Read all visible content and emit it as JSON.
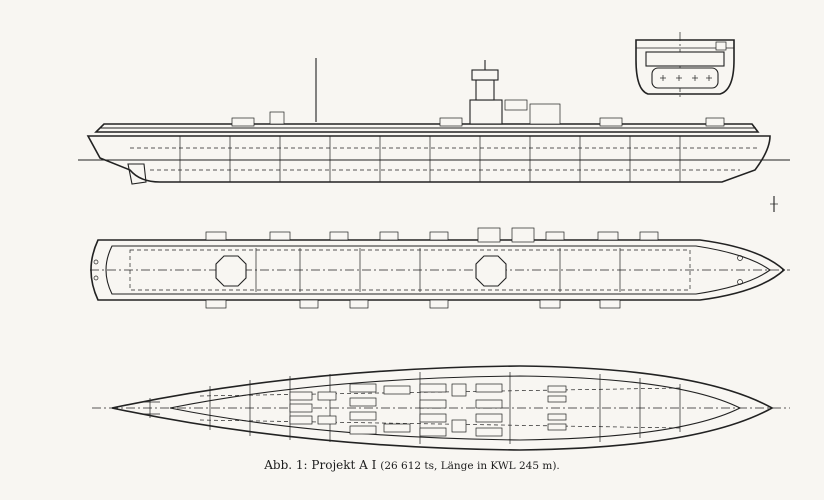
{
  "caption": {
    "label": "Abb. 1:",
    "title": "Projekt A I",
    "details": "(26 612 ts, Länge in KWL 245 m)."
  }
}
